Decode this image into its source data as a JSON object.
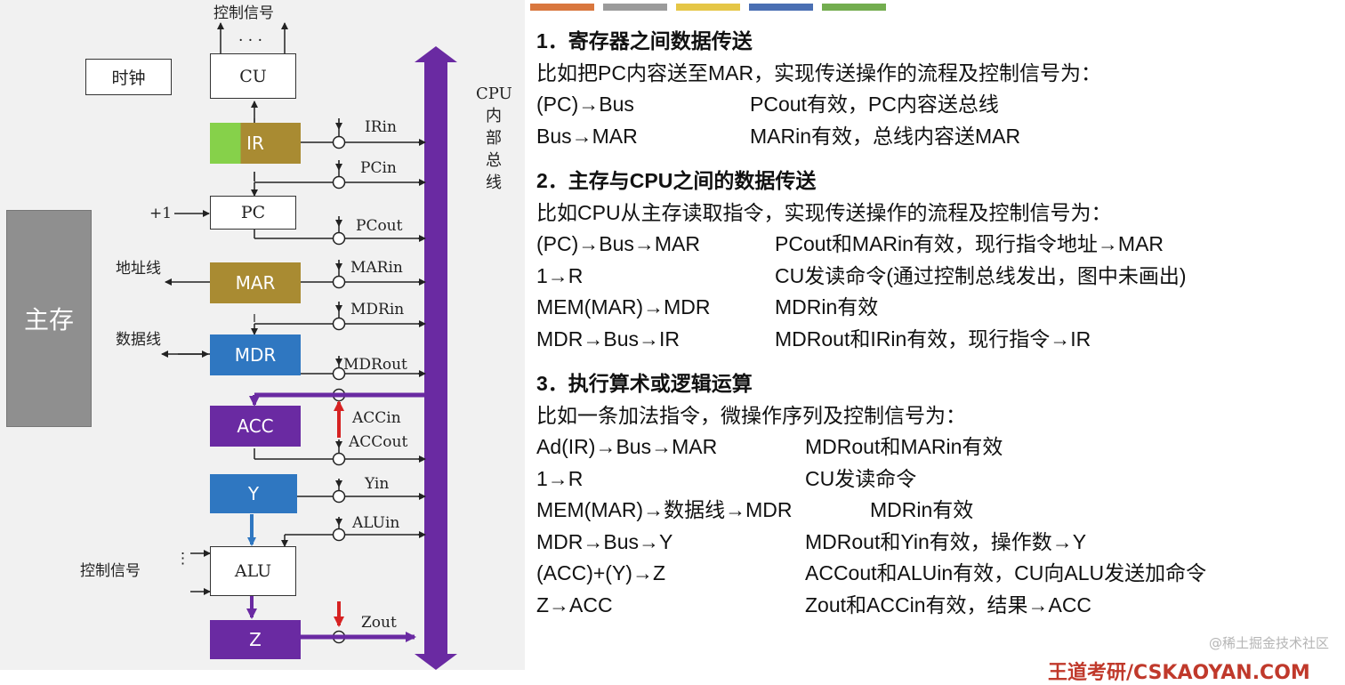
{
  "diagram": {
    "top_control_label": "控制信号",
    "top_dots": "· · ·",
    "clock_label": "时钟",
    "main_memory_label": "主存",
    "address_line_label": "地址线",
    "data_line_label": "数据线",
    "plus_one_label": "+1",
    "alu_control_label": "控制信号",
    "bus_caption": "CPU\n内\n部\n总\n线",
    "registers": {
      "cu": "CU",
      "ir": "IR",
      "pc": "PC",
      "mar": "MAR",
      "mdr": "MDR",
      "acc": "ACC",
      "y": "Y",
      "alu": "ALU",
      "z": "Z"
    },
    "signals": {
      "irin": "IRin",
      "pcin": "PCin",
      "pcout": "PCout",
      "marin": "MARin",
      "mdrin": "MDRin",
      "mdrout": "MDRout",
      "accin": "ACCin",
      "accout": "ACCout",
      "yin": "Yin",
      "aluin": "ALUin",
      "zout": "Zout"
    },
    "colors": {
      "bus_purple": "#6a2aa2",
      "reg_olive": "#a98b32",
      "ir_green": "#86d14a",
      "reg_blue": "#2f77c1",
      "reg_purple": "#6a2aa2",
      "arrow_red": "#d62222",
      "main_memory_gray": "#8f8f8f"
    }
  },
  "tabs": [
    "#d9773e",
    "#9b9b9b",
    "#e5c646",
    "#4a6fb3",
    "#73ad4f"
  ],
  "sections": [
    {
      "title": "1．寄存器之间数据传送",
      "intro": "比如把PC内容送至MAR，实现传送操作的流程及控制信号为：",
      "rows": [
        {
          "op": "(PC)→Bus",
          "desc": "PCout有效，PC内容送总线"
        },
        {
          "op": "Bus→MAR",
          "desc": "MARin有效，总线内容送MAR"
        }
      ]
    },
    {
      "title": "2．主存与CPU之间的数据传送",
      "intro": "比如CPU从主存读取指令，实现传送操作的流程及控制信号为：",
      "rows": [
        {
          "op": "(PC)→Bus→MAR",
          "desc": "PCout和MARin有效，现行指令地址→MAR"
        },
        {
          "op": "1→R",
          "desc": "CU发读命令(通过控制总线发出，图中未画出)"
        },
        {
          "op": "MEM(MAR)→MDR",
          "desc": "MDRin有效"
        },
        {
          "op": "MDR→Bus→IR",
          "desc": "MDRout和IRin有效，现行指令→IR"
        }
      ]
    },
    {
      "title": "3．执行算术或逻辑运算",
      "intro": "比如一条加法指令，微操作序列及控制信号为：",
      "rows": [
        {
          "op": "Ad(IR)→Bus→MAR",
          "desc": "MDRout和MARin有效"
        },
        {
          "op": "1→R",
          "desc": "CU发读命令"
        },
        {
          "op": "MEM(MAR)→数据线→MDR",
          "desc": "MDRin有效"
        },
        {
          "op": "MDR→Bus→Y",
          "desc": "MDRout和Yin有效，操作数→Y"
        },
        {
          "op": "(ACC)+(Y)→Z",
          "desc": "ACCout和ALUin有效，CU向ALU发送加命令"
        },
        {
          "op": "Z→ACC",
          "desc": "Zout和ACCin有效，结果→ACC"
        }
      ]
    }
  ],
  "watermark": "@稀土掘金技术社区",
  "footer_brand": "王道考研/CSKAOYAN.COM"
}
